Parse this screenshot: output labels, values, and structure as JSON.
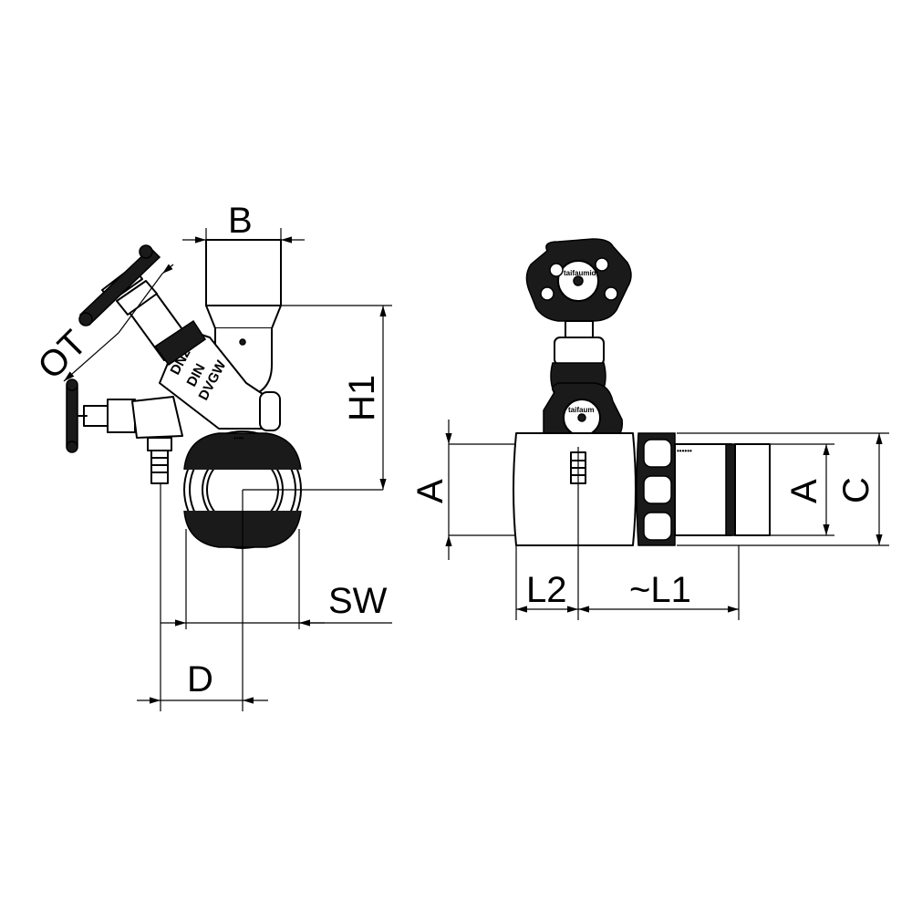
{
  "dimensions": {
    "B": "B",
    "OT": "OT",
    "H1": "H1",
    "A_left": "A",
    "SW": "SW",
    "D": "D",
    "L2": "L2",
    "L1": "~L1",
    "A_right": "A",
    "C": "C"
  },
  "markings": {
    "size": "DN25",
    "standard": "DIN",
    "approval": "DVGW",
    "handwheel_text": "taifaumidi",
    "drain_wheel_text": "taifaum"
  },
  "colors": {
    "line": "#000000",
    "background": "#ffffff",
    "fill_dark": "#1a1a1a"
  }
}
